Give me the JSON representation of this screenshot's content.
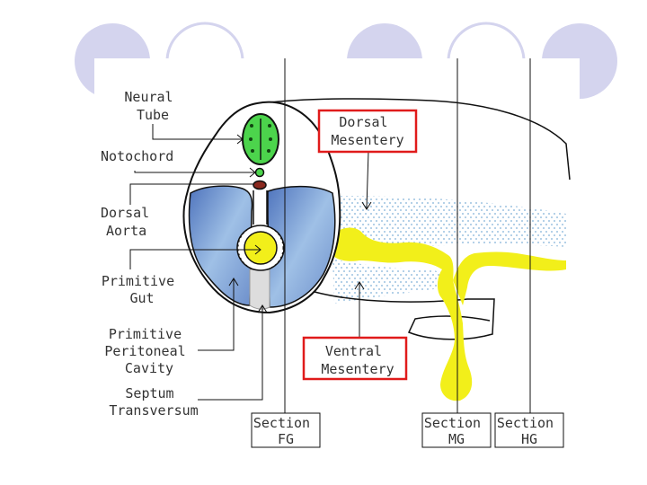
{
  "diagram": {
    "labels": {
      "neural_tube": [
        "Neural",
        "Tube"
      ],
      "notochord": [
        "Notochord"
      ],
      "dorsal_aorta": [
        "Dorsal",
        "Aorta"
      ],
      "primitive_gut": [
        "Primitive",
        "Gut"
      ],
      "peritoneal_cavity": [
        "Primitive",
        "Peritoneal",
        "Cavity"
      ],
      "septum_transversum": [
        "Septum",
        "Transversum"
      ],
      "dorsal_mesentery": [
        "Dorsal",
        "Mesentery"
      ],
      "ventral_mesentery": [
        "Ventral",
        "Mesentery"
      ]
    },
    "sections": {
      "fg": [
        "Section",
        "FG"
      ],
      "mg": [
        "Section",
        "MG"
      ],
      "hg": [
        "Section",
        "HG"
      ]
    },
    "colors": {
      "slide_circle": "#d4d4ee",
      "highlight_box": "#e01b1b",
      "neural_tube": "#4cd44c",
      "gut_yellow": "#f2ef1a",
      "mesentery_dots": "#7fb0d8",
      "somite_blue": "#6e93cc"
    }
  }
}
